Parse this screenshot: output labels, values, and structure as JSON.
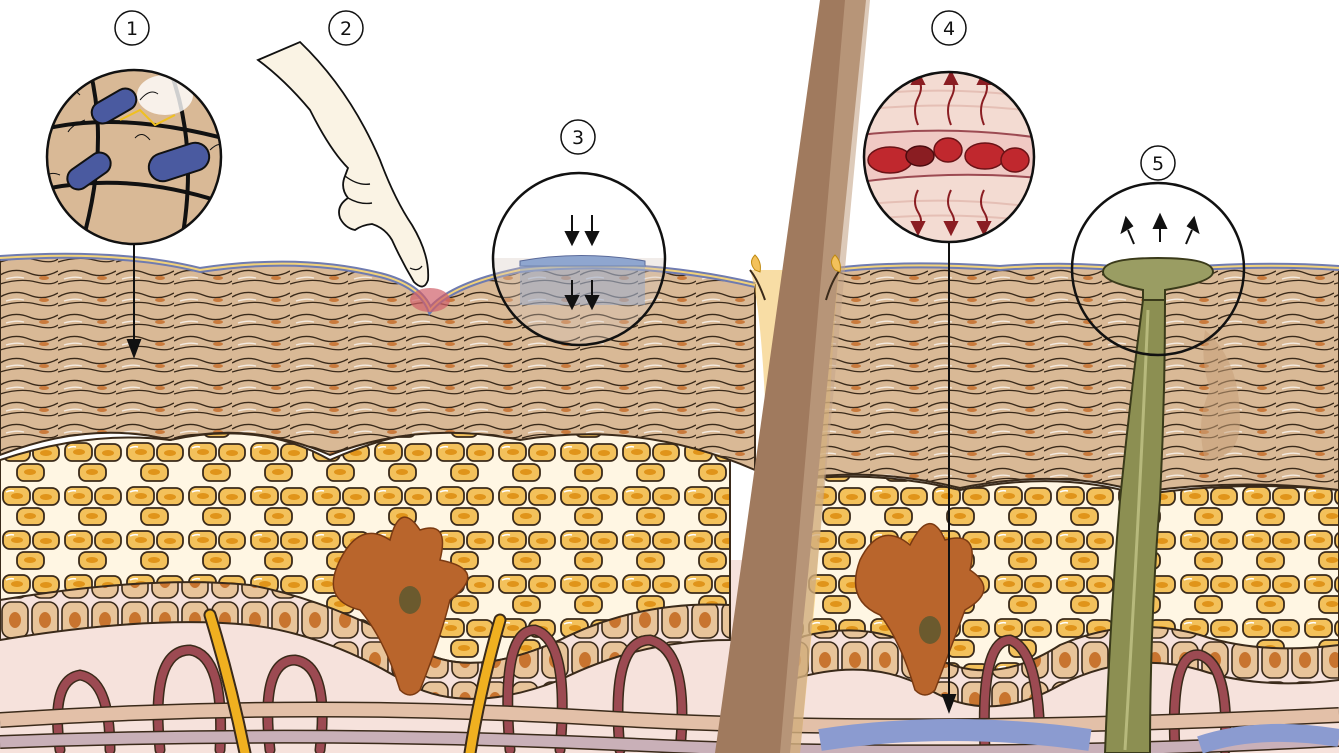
{
  "figure": {
    "markers": [
      {
        "id": "1",
        "label": "1"
      },
      {
        "id": "2",
        "label": "2"
      },
      {
        "id": "3",
        "label": "3"
      },
      {
        "id": "4",
        "label": "4"
      },
      {
        "id": "5",
        "label": "5"
      }
    ],
    "colors": {
      "stratum_corneum": "#d8b893",
      "cell_line": "#3a2a1a",
      "fat_cell": "#f3c15b",
      "fat_cell_bg": "#fff6e3",
      "basal_cell": "#e8c49a",
      "dermis": "#f6e2dc",
      "melanocyte": "#b9652c",
      "hair": "#a07a5e",
      "bacteria": "#4a5aa0",
      "vessel": "#9c4a52",
      "nerve": "#f0b020",
      "sweat_duct": "#8c8f52",
      "blood_cell": "#c0282e",
      "water_drop": "#8fa6cf"
    },
    "icons": [
      "bacteria-icon",
      "finger-icon",
      "pressure-arrows-icon",
      "blood-vessel-icon",
      "sweat-duct-icon"
    ]
  }
}
